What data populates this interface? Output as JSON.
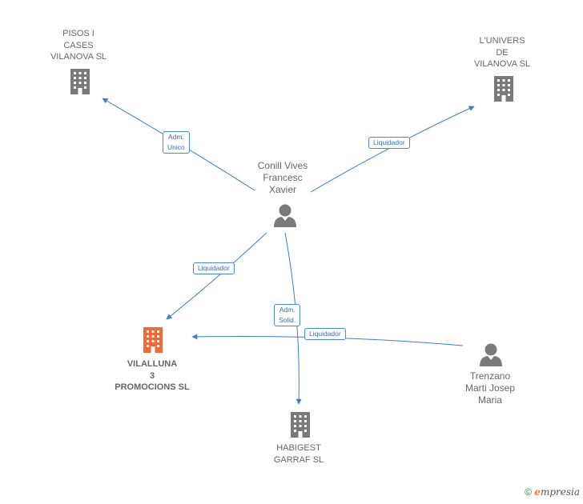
{
  "nodes": {
    "pisos": {
      "lines": [
        "PISOS I",
        "CASES",
        "VILANOVA SL"
      ],
      "type": "company"
    },
    "lunivers": {
      "lines": [
        "L'UNIVERS",
        "DE",
        "VILANOVA SL"
      ],
      "type": "company"
    },
    "conill": {
      "lines": [
        "Conill Vives",
        "Francesc",
        "Xavier"
      ],
      "type": "person"
    },
    "vilalluna": {
      "lines": [
        "VILALLUNA",
        "3",
        "PROMOCIONS SL"
      ],
      "type": "company-highlight"
    },
    "habigest": {
      "lines": [
        "HABIGEST",
        "GARRAF SL"
      ],
      "type": "company"
    },
    "trenzano": {
      "lines": [
        "Trenzano",
        "Marti Josep",
        "Maria"
      ],
      "type": "person"
    }
  },
  "edges": [
    {
      "id": "conill-pisos",
      "lines": [
        "Adm.",
        "Unico"
      ]
    },
    {
      "id": "conill-lunivers",
      "lines": [
        "Liquidador"
      ]
    },
    {
      "id": "conill-vilalluna",
      "lines": [
        "Liquidador"
      ]
    },
    {
      "id": "conill-habigest",
      "lines": [
        "Adm.",
        "Solid."
      ]
    },
    {
      "id": "trenzano-vilalluna",
      "lines": [
        "Liquidador"
      ]
    }
  ],
  "footer": {
    "copyright": "©",
    "brand_initial": "e",
    "brand_rest": "mpresia"
  },
  "colors": {
    "edge": "#3a7fcf",
    "company": "#7a7a7a",
    "highlight": "#f06b3b",
    "person": "#7a7a7a"
  }
}
